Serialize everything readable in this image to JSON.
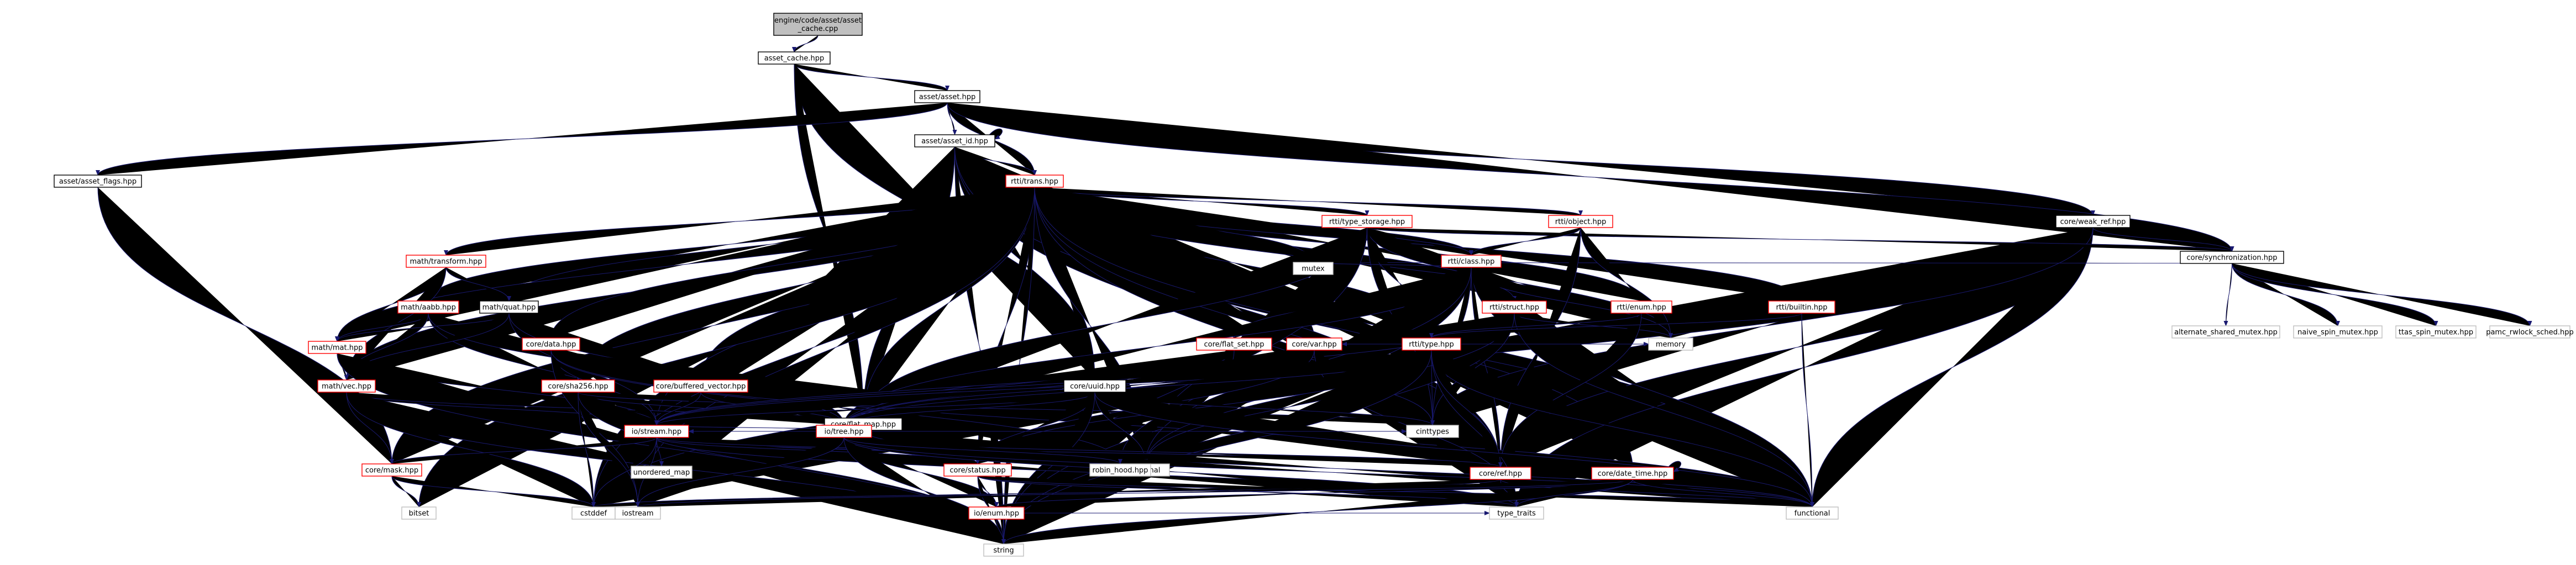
{
  "colors": {
    "edge": "#191970",
    "border_default": "#000000",
    "border_linked": "#ff0000",
    "border_external": "#bfbfbf",
    "fill_default": "#ffffff",
    "fill_root": "#bfbfbf",
    "text": "#000000"
  },
  "nodes": [
    {
      "id": "root",
      "label": "engine/code/asset/asset\n_cache.cpp",
      "style": "root"
    },
    {
      "id": "asset_cache",
      "label": "asset_cache.hpp",
      "style": "default"
    },
    {
      "id": "asset_asset",
      "label": "asset/asset.hpp",
      "style": "default"
    },
    {
      "id": "asset_id",
      "label": "asset/asset_id.hpp",
      "style": "default"
    },
    {
      "id": "asset_flags",
      "label": "asset/asset_flags.hpp",
      "style": "default"
    },
    {
      "id": "rtti_trans",
      "label": "rtti/trans.hpp",
      "style": "linked"
    },
    {
      "id": "weak_ref",
      "label": "core/weak_ref.hpp",
      "style": "default"
    },
    {
      "id": "sync",
      "label": "core/synchronization.hpp",
      "style": "default"
    },
    {
      "id": "type_storage",
      "label": "rtti/type_storage.hpp",
      "style": "linked"
    },
    {
      "id": "rtti_object",
      "label": "rtti/object.hpp",
      "style": "linked"
    },
    {
      "id": "rtti_class",
      "label": "rtti/class.hpp",
      "style": "linked"
    },
    {
      "id": "math_transform",
      "label": "math/transform.hpp",
      "style": "linked"
    },
    {
      "id": "math_aabb",
      "label": "math/aabb.hpp",
      "style": "linked"
    },
    {
      "id": "math_quat",
      "label": "math/quat.hpp",
      "style": "default"
    },
    {
      "id": "math_mat",
      "label": "math/mat.hpp",
      "style": "linked"
    },
    {
      "id": "math_vec",
      "label": "math/vec.hpp",
      "style": "linked"
    },
    {
      "id": "core_data",
      "label": "core/data.hpp",
      "style": "linked"
    },
    {
      "id": "core_sha256",
      "label": "core/sha256.hpp",
      "style": "linked"
    },
    {
      "id": "buffered_vector",
      "label": "core/buffered_vector.hpp",
      "style": "linked"
    },
    {
      "id": "rtti_struct",
      "label": "rtti/struct.hpp",
      "style": "linked"
    },
    {
      "id": "rtti_enum",
      "label": "rtti/enum.hpp",
      "style": "linked"
    },
    {
      "id": "rtti_builtin",
      "label": "rtti/builtin.hpp",
      "style": "linked"
    },
    {
      "id": "flat_set",
      "label": "core/flat_set.hpp",
      "style": "linked"
    },
    {
      "id": "core_var",
      "label": "core/var.hpp",
      "style": "linked"
    },
    {
      "id": "rtti_type",
      "label": "rtti/type.hpp",
      "style": "linked"
    },
    {
      "id": "core_uuid",
      "label": "core/uuid.hpp",
      "style": "default"
    },
    {
      "id": "flat_map",
      "label": "core/flat_map.hpp",
      "style": "default"
    },
    {
      "id": "io_stream",
      "label": "io/stream.hpp",
      "style": "linked"
    },
    {
      "id": "io_tree",
      "label": "io/tree.hpp",
      "style": "linked"
    },
    {
      "id": "core_mask",
      "label": "core/mask.hpp",
      "style": "linked"
    },
    {
      "id": "core_status",
      "label": "core/status.hpp",
      "style": "linked"
    },
    {
      "id": "core_ref",
      "label": "core/ref.hpp",
      "style": "linked"
    },
    {
      "id": "core_date_time",
      "label": "core/date_time.hpp",
      "style": "linked"
    },
    {
      "id": "io_enum",
      "label": "io/enum.hpp",
      "style": "linked"
    },
    {
      "id": "mutex",
      "label": "mutex",
      "style": "external"
    },
    {
      "id": "memory",
      "label": "memory",
      "style": "external"
    },
    {
      "id": "optional",
      "label": "optional",
      "style": "external"
    },
    {
      "id": "cinttypes",
      "label": "cinttypes",
      "style": "external"
    },
    {
      "id": "unordered_map",
      "label": "unordered_map",
      "style": "external"
    },
    {
      "id": "robin_hood",
      "label": "robin_hood.hpp",
      "style": "external"
    },
    {
      "id": "bitset",
      "label": "bitset",
      "style": "external"
    },
    {
      "id": "cstddef",
      "label": "cstddef",
      "style": "external"
    },
    {
      "id": "iostream",
      "label": "iostream",
      "style": "external"
    },
    {
      "id": "type_traits",
      "label": "type_traits",
      "style": "external"
    },
    {
      "id": "functional",
      "label": "functional",
      "style": "external"
    },
    {
      "id": "string",
      "label": "string",
      "style": "external"
    },
    {
      "id": "alt_mutex",
      "label": "alternate_shared_mutex.hpp",
      "style": "external"
    },
    {
      "id": "naive_spin",
      "label": "naive_spin_mutex.hpp",
      "style": "external"
    },
    {
      "id": "ttas_spin",
      "label": "ttas_spin_mutex.hpp",
      "style": "external"
    },
    {
      "id": "pamc_rwlock",
      "label": "pamc_rwlock_sched.hpp",
      "style": "external"
    }
  ],
  "edges": [
    [
      "root",
      "asset_cache"
    ],
    [
      "asset_cache",
      "asset_asset"
    ],
    [
      "asset_cache",
      "core_uuid"
    ],
    [
      "asset_cache",
      "flat_map"
    ],
    [
      "asset_asset",
      "asset_id"
    ],
    [
      "asset_asset",
      "rtti_trans"
    ],
    [
      "asset_asset",
      "asset_flags"
    ],
    [
      "asset_asset",
      "weak_ref"
    ],
    [
      "asset_asset",
      "sync"
    ],
    [
      "asset_id",
      "asset_id"
    ],
    [
      "asset_id",
      "rtti_trans"
    ],
    [
      "asset_id",
      "core_uuid"
    ],
    [
      "asset_id",
      "string"
    ],
    [
      "asset_id",
      "functional"
    ],
    [
      "asset_id",
      "cstddef"
    ],
    [
      "asset_id",
      "type_traits"
    ],
    [
      "asset_id",
      "core_ref"
    ],
    [
      "asset_id",
      "flat_map"
    ],
    [
      "asset_flags",
      "core_mask"
    ],
    [
      "rtti_trans",
      "type_storage"
    ],
    [
      "rtti_trans",
      "rtti_object"
    ],
    [
      "rtti_trans",
      "rtti_class"
    ],
    [
      "rtti_trans",
      "math_transform"
    ],
    [
      "rtti_trans",
      "math_aabb"
    ],
    [
      "rtti_trans",
      "math_quat"
    ],
    [
      "rtti_trans",
      "math_mat"
    ],
    [
      "rtti_trans",
      "math_vec"
    ],
    [
      "rtti_trans",
      "core_data"
    ],
    [
      "rtti_trans",
      "core_sha256"
    ],
    [
      "rtti_trans",
      "buffered_vector"
    ],
    [
      "rtti_trans",
      "rtti_struct"
    ],
    [
      "rtti_trans",
      "rtti_enum"
    ],
    [
      "rtti_trans",
      "rtti_builtin"
    ],
    [
      "rtti_trans",
      "flat_set"
    ],
    [
      "rtti_trans",
      "core_var"
    ],
    [
      "rtti_trans",
      "rtti_type"
    ],
    [
      "rtti_trans",
      "core_uuid"
    ],
    [
      "rtti_trans",
      "flat_map"
    ],
    [
      "rtti_trans",
      "io_stream"
    ],
    [
      "rtti_trans",
      "core_mask"
    ],
    [
      "rtti_trans",
      "core_status"
    ],
    [
      "rtti_trans",
      "mutex"
    ],
    [
      "rtti_trans",
      "memory"
    ],
    [
      "rtti_trans",
      "optional"
    ],
    [
      "rtti_trans",
      "cinttypes"
    ],
    [
      "rtti_trans",
      "string"
    ],
    [
      "rtti_trans",
      "cstddef"
    ],
    [
      "rtti_trans",
      "bitset"
    ],
    [
      "rtti_trans",
      "iostream"
    ],
    [
      "rtti_trans",
      "functional"
    ],
    [
      "rtti_trans",
      "type_traits"
    ],
    [
      "rtti_trans",
      "core_ref"
    ],
    [
      "rtti_trans",
      "core_date_time"
    ],
    [
      "weak_ref",
      "sync"
    ],
    [
      "weak_ref",
      "core_ref"
    ],
    [
      "weak_ref",
      "memory"
    ],
    [
      "weak_ref",
      "type_traits"
    ],
    [
      "weak_ref",
      "functional"
    ],
    [
      "weak_ref",
      "cstddef"
    ],
    [
      "weak_ref",
      "cinttypes"
    ],
    [
      "sync",
      "mutex"
    ],
    [
      "sync",
      "alt_mutex"
    ],
    [
      "sync",
      "naive_spin"
    ],
    [
      "sync",
      "ttas_spin"
    ],
    [
      "sync",
      "pamc_rwlock"
    ],
    [
      "type_storage",
      "rtti_class"
    ],
    [
      "type_storage",
      "rtti_type"
    ],
    [
      "type_storage",
      "mutex"
    ],
    [
      "type_storage",
      "sync"
    ],
    [
      "type_storage",
      "memory"
    ],
    [
      "type_storage",
      "flat_map"
    ],
    [
      "type_storage",
      "optional"
    ],
    [
      "type_storage",
      "cinttypes"
    ],
    [
      "type_storage",
      "string"
    ],
    [
      "rtti_object",
      "rtti_class"
    ],
    [
      "rtti_object",
      "core_ref"
    ],
    [
      "rtti_object",
      "memory"
    ],
    [
      "rtti_class",
      "rtti_struct"
    ],
    [
      "rtti_class",
      "rtti_type"
    ],
    [
      "rtti_class",
      "flat_set"
    ],
    [
      "rtti_class",
      "io_tree"
    ],
    [
      "rtti_class",
      "memory"
    ],
    [
      "rtti_class",
      "mutex"
    ],
    [
      "rtti_class",
      "functional"
    ],
    [
      "rtti_class",
      "string"
    ],
    [
      "rtti_class",
      "cinttypes"
    ],
    [
      "rtti_class",
      "core_ref"
    ],
    [
      "rtti_class",
      "optional"
    ],
    [
      "math_transform",
      "math_quat"
    ],
    [
      "math_transform",
      "math_mat"
    ],
    [
      "math_transform",
      "math_vec"
    ],
    [
      "math_aabb",
      "math_mat"
    ],
    [
      "math_aabb",
      "math_vec"
    ],
    [
      "math_aabb",
      "io_stream"
    ],
    [
      "math_aabb",
      "io_tree"
    ],
    [
      "math_quat",
      "math_mat"
    ],
    [
      "math_quat",
      "math_vec"
    ],
    [
      "math_quat",
      "io_stream"
    ],
    [
      "math_quat",
      "io_tree"
    ],
    [
      "math_mat",
      "math_vec"
    ],
    [
      "math_mat",
      "io_stream"
    ],
    [
      "math_mat",
      "string"
    ],
    [
      "math_vec",
      "io_stream"
    ],
    [
      "math_vec",
      "io_tree"
    ],
    [
      "math_vec",
      "core_mask"
    ],
    [
      "math_vec",
      "string"
    ],
    [
      "math_vec",
      "cstddef"
    ],
    [
      "core_data",
      "core_sha256"
    ],
    [
      "core_data",
      "io_stream"
    ],
    [
      "core_data",
      "io_tree"
    ],
    [
      "core_data",
      "robin_hood"
    ],
    [
      "core_data",
      "iostream"
    ],
    [
      "core_data",
      "functional"
    ],
    [
      "core_sha256",
      "io_stream"
    ],
    [
      "core_sha256",
      "io_tree"
    ],
    [
      "core_sha256",
      "iostream"
    ],
    [
      "core_sha256",
      "string"
    ],
    [
      "core_sha256",
      "cstddef"
    ],
    [
      "core_sha256",
      "cinttypes"
    ],
    [
      "buffered_vector",
      "io_stream"
    ],
    [
      "buffered_vector",
      "io_tree"
    ],
    [
      "rtti_struct",
      "rtti_type"
    ],
    [
      "rtti_struct",
      "flat_map"
    ],
    [
      "rtti_struct",
      "io_tree"
    ],
    [
      "rtti_struct",
      "memory"
    ],
    [
      "rtti_struct",
      "functional"
    ],
    [
      "rtti_struct",
      "string"
    ],
    [
      "rtti_struct",
      "optional"
    ],
    [
      "rtti_struct",
      "cinttypes"
    ],
    [
      "rtti_enum",
      "rtti_type"
    ],
    [
      "rtti_enum",
      "core_ref"
    ],
    [
      "rtti_builtin",
      "rtti_type"
    ],
    [
      "rtti_builtin",
      "functional"
    ],
    [
      "flat_set",
      "io_stream"
    ],
    [
      "flat_set",
      "io_tree"
    ],
    [
      "flat_set",
      "robin_hood"
    ],
    [
      "core_var",
      "io_stream"
    ],
    [
      "core_var",
      "io_tree"
    ],
    [
      "core_var",
      "core_status"
    ],
    [
      "core_var",
      "cinttypes"
    ],
    [
      "core_var",
      "type_traits"
    ],
    [
      "rtti_type",
      "core_var"
    ],
    [
      "rtti_type",
      "flat_map"
    ],
    [
      "rtti_type",
      "io_stream"
    ],
    [
      "rtti_type",
      "io_tree"
    ],
    [
      "rtti_type",
      "core_status"
    ],
    [
      "rtti_type",
      "memory"
    ],
    [
      "rtti_type",
      "optional"
    ],
    [
      "rtti_type",
      "cinttypes"
    ],
    [
      "rtti_type",
      "functional"
    ],
    [
      "rtti_type",
      "string"
    ],
    [
      "rtti_type",
      "type_traits"
    ],
    [
      "rtti_type",
      "core_ref"
    ],
    [
      "core_uuid",
      "io_stream"
    ],
    [
      "core_uuid",
      "io_tree"
    ],
    [
      "core_uuid",
      "core_status"
    ],
    [
      "core_uuid",
      "optional"
    ],
    [
      "core_uuid",
      "cinttypes"
    ],
    [
      "core_uuid",
      "string"
    ],
    [
      "core_uuid",
      "functional"
    ],
    [
      "flat_map",
      "io_stream"
    ],
    [
      "flat_map",
      "io_tree"
    ],
    [
      "flat_map",
      "robin_hood"
    ],
    [
      "flat_map",
      "functional"
    ],
    [
      "io_stream",
      "core_mask"
    ],
    [
      "io_stream",
      "unordered_map"
    ],
    [
      "io_stream",
      "robin_hood"
    ],
    [
      "io_stream",
      "optional"
    ],
    [
      "io_stream",
      "cinttypes"
    ],
    [
      "io_stream",
      "type_traits"
    ],
    [
      "io_stream",
      "iostream"
    ],
    [
      "io_stream",
      "core_status"
    ],
    [
      "io_stream",
      "cstddef"
    ],
    [
      "io_stream",
      "core_ref"
    ],
    [
      "io_tree",
      "io_stream"
    ],
    [
      "io_tree",
      "core_status"
    ],
    [
      "io_tree",
      "core_ref"
    ],
    [
      "io_tree",
      "io_enum"
    ],
    [
      "io_tree",
      "optional"
    ],
    [
      "io_tree",
      "type_traits"
    ],
    [
      "io_tree",
      "string"
    ],
    [
      "io_tree",
      "functional"
    ],
    [
      "io_tree",
      "robin_hood"
    ],
    [
      "io_tree",
      "cinttypes"
    ],
    [
      "io_tree",
      "iostream"
    ],
    [
      "core_mask",
      "bitset"
    ],
    [
      "core_mask",
      "cstddef"
    ],
    [
      "core_status",
      "io_enum"
    ],
    [
      "core_status",
      "string"
    ],
    [
      "core_status",
      "type_traits"
    ],
    [
      "core_status",
      "functional"
    ],
    [
      "core_ref",
      "type_traits"
    ],
    [
      "core_ref",
      "functional"
    ],
    [
      "core_ref",
      "cstddef"
    ],
    [
      "core_date_time",
      "core_date_time"
    ],
    [
      "core_date_time",
      "io_enum"
    ],
    [
      "core_date_time",
      "string"
    ],
    [
      "core_date_time",
      "iostream"
    ],
    [
      "core_date_time",
      "type_traits"
    ],
    [
      "core_date_time",
      "functional"
    ],
    [
      "io_enum",
      "string"
    ],
    [
      "io_enum",
      "type_traits"
    ]
  ]
}
